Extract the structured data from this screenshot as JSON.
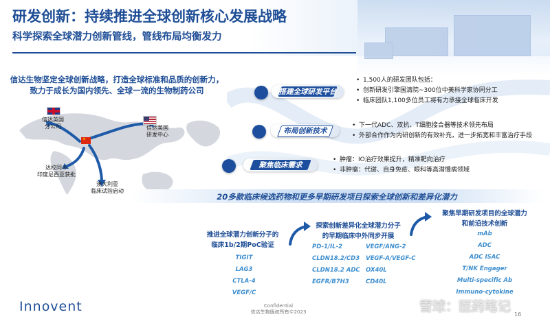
{
  "header": {
    "title": "研发创新：持续推进全球创新核心发展战略",
    "subtitle": "科学探索全球潜力创新管线，管线布局均衡发力"
  },
  "strategy": {
    "line1": "信达生物坚定全球创新战略，打造全球标准和品质的创新力，",
    "line2": "致力于成长为国内领先、全球一流的生物制药公司"
  },
  "map": {
    "uk": "信达英国\n分公司",
    "us": "信达美国\n研发中心",
    "indonesia": "达校同®\n印度尼西亚获批",
    "australia": "澳大利亚\n临床试验启动"
  },
  "pillars": [
    {
      "label": "搭建全球研发平台",
      "bullets": [
        "1,500人的研发团队包括：",
        "创新研发引擎国清院~300位中美科学家协同分工",
        "临床团队1,100多位员工将有力承接全球临床开发"
      ]
    },
    {
      "label": "布局创新技术",
      "bullets": [
        "下一代ADC、双抗、T细胞接合器等技术领先布局",
        "外部合作作为内研创新的有效补充，进一步拓宽和丰富治疗手段"
      ]
    },
    {
      "label": "聚焦临床需求",
      "bullets": [
        "肿瘤：IO治疗效果提升，精准靶向治疗",
        "非肿瘤：代谢、自身免疫、眼科等高潜慢病领域"
      ]
    }
  ],
  "banner": "20多款临床候选药物和更多早期研发项目探索全球创新和差异化潜力",
  "columns": [
    {
      "heading": [
        "推进全球潜力创新分子的",
        "临床1b/2期PoC验证"
      ],
      "items": [
        "TIGIT",
        "LAG3",
        "CTLA-4",
        "VEGF/C"
      ]
    },
    {
      "heading": [
        "探索创新差异化全球潜力分子",
        "的早期临床中外同步开展"
      ],
      "items_left": [
        "PD-1/IL-2",
        "CLDN18.2/CD3",
        "CLDN18.2 ADC",
        "EGFR/B7H3"
      ],
      "items_right": [
        "VEGF/ANG-2",
        "VEGF-A/VEGF-C",
        "OX40L",
        "CD40L"
      ]
    },
    {
      "heading": [
        "聚焦早期研发项目的全球潜力",
        "和前沿技术创新"
      ],
      "items": [
        "mAb",
        "ADC",
        "ADC ISAC",
        "T/NK Engager",
        "Multi-specific Ab",
        "Immuno-cytokine"
      ]
    }
  ],
  "footer": {
    "logo": "Innovent",
    "confidential": "Confidential",
    "copyright": "信达生物版权所有©2023",
    "page": "16",
    "watermark": "雪球：医药笔记"
  },
  "colors": {
    "primary": "#1f4e96",
    "accent": "#3f8fcf"
  }
}
